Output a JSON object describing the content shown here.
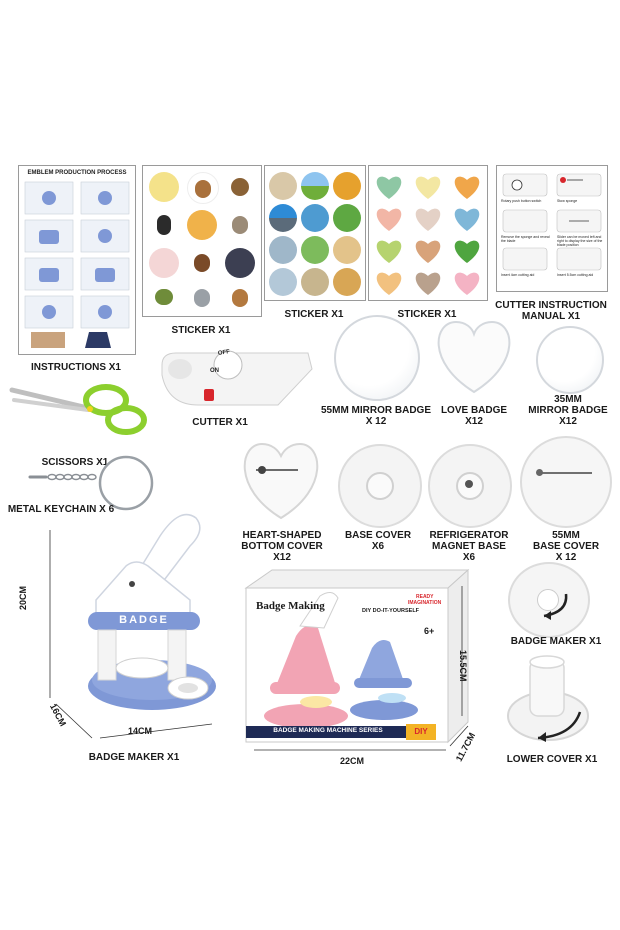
{
  "labels": {
    "instructions_title": "EMBLEM PRODUCTION PROCESS",
    "instructions": "INSTRUCTIONS  X1",
    "sticker1": "STICKER  X1",
    "sticker2": "STICKER  X1",
    "sticker3": "STICKER  X1",
    "cutter_manual_line1": "CUTTER INSTRUCTION",
    "cutter_manual_line2": "MANUAL  X1",
    "scissors": "SCISSORS  X1",
    "cutter": "CUTTER  X1",
    "mirror55_line1": "55MM MIRROR BADGE",
    "mirror55_line2": "X 12",
    "love_line1": "LOVE BADGE",
    "love_line2": "X12",
    "mirror35_line1": "35MM",
    "mirror35_line2": "MIRROR BADGE",
    "mirror35_line3": "X12",
    "keychain": "METAL KEYCHAIN  X 6",
    "heart_bottom_line1": "HEART-SHAPED",
    "heart_bottom_line2": "BOTTOM COVER",
    "heart_bottom_line3": "X12",
    "base_cover_line1": "BASE COVER",
    "base_cover_line2": "X6",
    "fridge_line1": "REFRIGERATOR",
    "fridge_line2": "MAGNET BASE",
    "fridge_line3": "X6",
    "base55_line1": "55MM",
    "base55_line2": "BASE COVER",
    "base55_line3": "X 12",
    "badge_maker_small": "BADGE MAKER  X1",
    "badge_maker_main": "BADGE MAKER  X1",
    "lower_cover": "LOWER COVER  X1"
  },
  "cutter_text": {
    "off": "OFF",
    "on": "ON"
  },
  "machine_text": "BADGE",
  "box": {
    "title": "Badge Making",
    "tagline1": "READY",
    "tagline2": "IMAGINATION",
    "tagline3": "DIY DO-IT-YOURSELF",
    "age": "6+",
    "series": "BADGE MAKING MACHINE SERIES",
    "diy": "DIY"
  },
  "dimensions": {
    "machine_height": "20CM",
    "machine_width": "14CM",
    "machine_depth": "16CM",
    "box_width": "22CM",
    "box_height": "15.5CM",
    "box_depth": "11.7CM"
  },
  "manual_captions": [
    "Rotary push button switch",
    "Stow sponge",
    "Remove the sponge and reveal the blade",
    "Slider can be moved left and right to display the size of the blade position",
    "Insert 4cm cutting aid",
    "Insert 5.5cm cutting aid"
  ],
  "colors": {
    "machine_blue": "#7f98d6",
    "box_pink": "#f2a4b4",
    "scissors_green": "#8ccf2e",
    "cutter_red": "#d8262c"
  }
}
